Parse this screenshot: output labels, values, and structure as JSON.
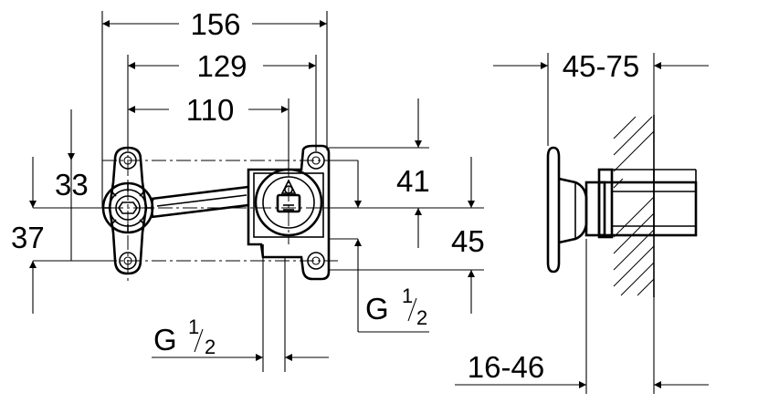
{
  "dimensions": {
    "width_156": "156",
    "width_129": "129",
    "width_110": "110",
    "height_33": "33",
    "height_37": "37",
    "height_41": "41",
    "height_45": "45",
    "depth_45_75": "45-75",
    "depth_16_46": "16-46"
  },
  "threads": {
    "bottom": {
      "prefix": "G ",
      "num": "1",
      "den": "2"
    },
    "right": {
      "prefix": "G ",
      "num": "1",
      "den": "2"
    }
  }
}
